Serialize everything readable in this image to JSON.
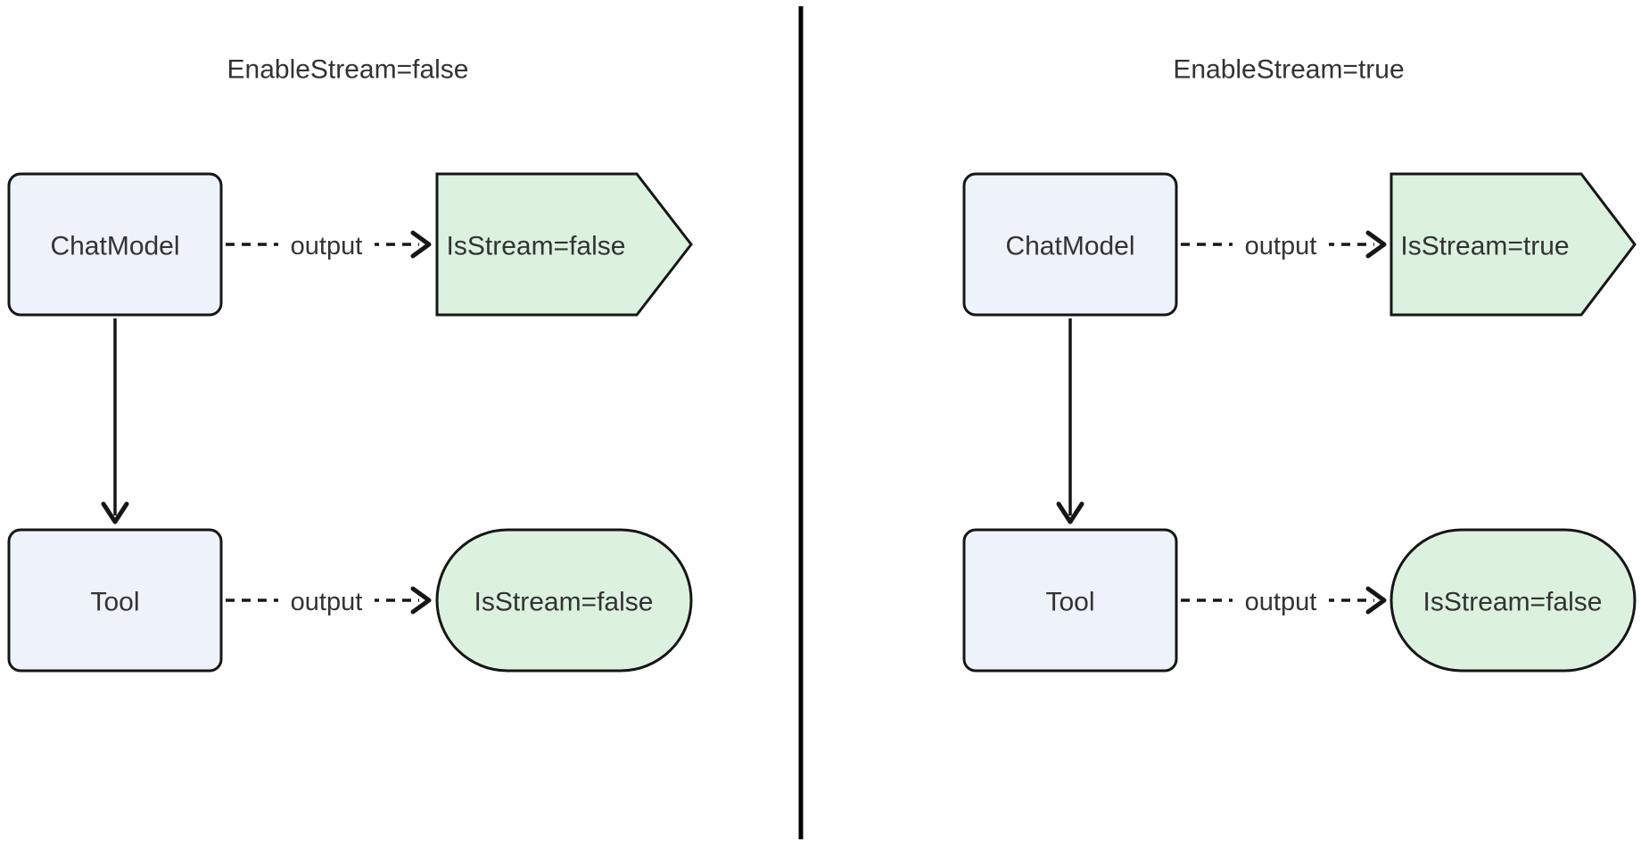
{
  "colors": {
    "background": "#ffffff",
    "node_fill": "#edf2fb",
    "result_fill": "#dcf2df",
    "stroke": "#161616",
    "text": "#333333"
  },
  "panels": [
    {
      "title": "EnableStream=false",
      "nodes": {
        "chat_model": "ChatModel",
        "tool": "Tool",
        "chat_result": "IsStream=false",
        "tool_result": "IsStream=false"
      },
      "edges": {
        "chat_output": "output",
        "tool_output": "output"
      }
    },
    {
      "title": "EnableStream=true",
      "nodes": {
        "chat_model": "ChatModel",
        "tool": "Tool",
        "chat_result": "IsStream=true",
        "tool_result": "IsStream=false"
      },
      "edges": {
        "chat_output": "output",
        "tool_output": "output"
      }
    }
  ]
}
